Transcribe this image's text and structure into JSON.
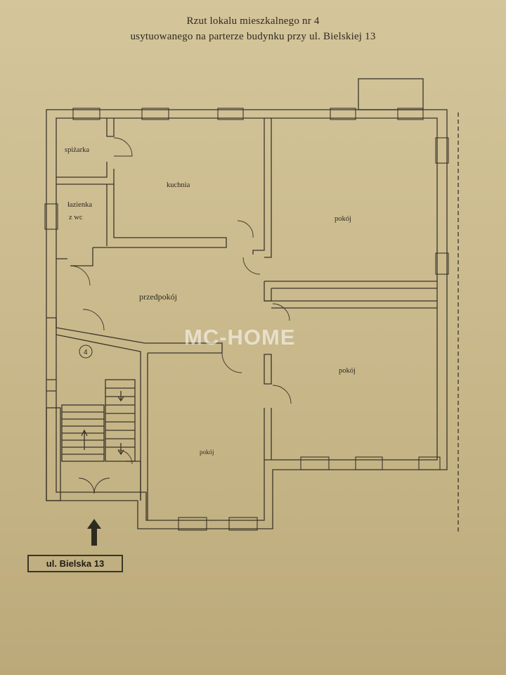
{
  "title": {
    "line1": "Rzut lokalu mieszkalnego nr 4",
    "line2": "usytuowanego na parterze budynku przy ul. Bielskiej 13"
  },
  "rooms": {
    "spizarka": "spiżarka",
    "kuchnia": "kuchnia",
    "lazienka_line1": "łazienka",
    "lazienka_line2": "z wc",
    "pokoj_top_right": "pokój",
    "przedpokoj": "przedpokój",
    "pokoj_mid_right": "pokój",
    "pokoj_bottom": "pokój"
  },
  "unit_number": "4",
  "entrance_label": "ul. Bielska 13",
  "watermark": "MC-HOME",
  "colors": {
    "paper": "#c9b98c",
    "wall": "#3a352a",
    "ink": "#2e2a20"
  },
  "icons": [
    "entrance-arrow-icon"
  ]
}
